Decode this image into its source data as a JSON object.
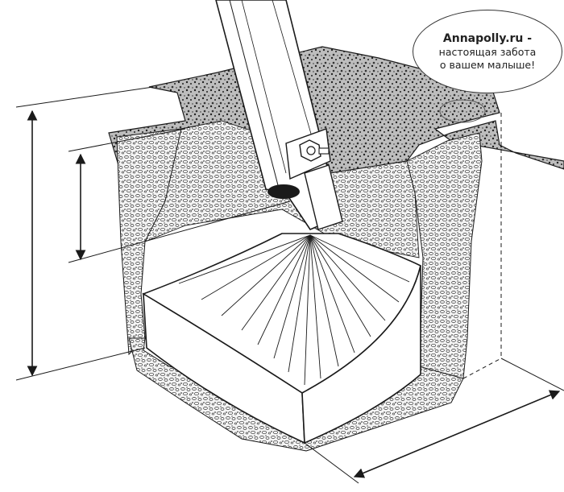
{
  "watermark": {
    "brand": "Annapolly.ru -",
    "line1": "настоящая забота",
    "line2": "о вашем малыше!"
  },
  "colors": {
    "ink": "#1a1a1a",
    "paper": "#ffffff",
    "gravel_shade": "#d9d9d9"
  }
}
